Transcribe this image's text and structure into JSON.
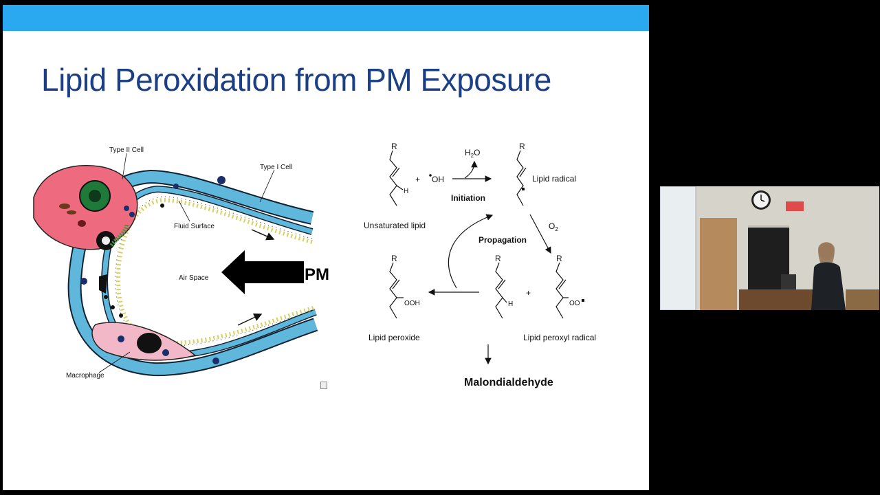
{
  "slide": {
    "title": "Lipid Peroxidation from PM Exposure",
    "alveolus": {
      "type2_cell": "Type II Cell",
      "type1_cell": "Type I Cell",
      "fluid_surface": "Fluid Surface",
      "air_space": "Air Space",
      "macrophage": "Macrophage",
      "pm_label": "PM"
    },
    "reaction": {
      "unsaturated_lipid": "Unsaturated lipid",
      "plus1": "+",
      "hydroxyl": "OH",
      "water_h": "H",
      "water_sub": "2",
      "water_o": "O",
      "initiation": "Initiation",
      "lipid_radical": "Lipid radical",
      "oxygen_o": "O",
      "oxygen_sub": "2",
      "propagation": "Propagation",
      "lipid_peroxide": "Lipid peroxide",
      "lipid_peroxyl_radical": "Lipid peroxyl radical",
      "plus2": "+",
      "malondialdehyde": "Malondialdehyde",
      "atom_r": "R",
      "atom_h": "H",
      "ooh": "OOH",
      "oo": "OO"
    }
  },
  "colors": {
    "header_bar": "#2aa9f0",
    "title": "#1a3f85",
    "membrane": "#5fb8dc",
    "type2_cell": "#ee6b7f",
    "macrophage": "#f2b8c8"
  }
}
